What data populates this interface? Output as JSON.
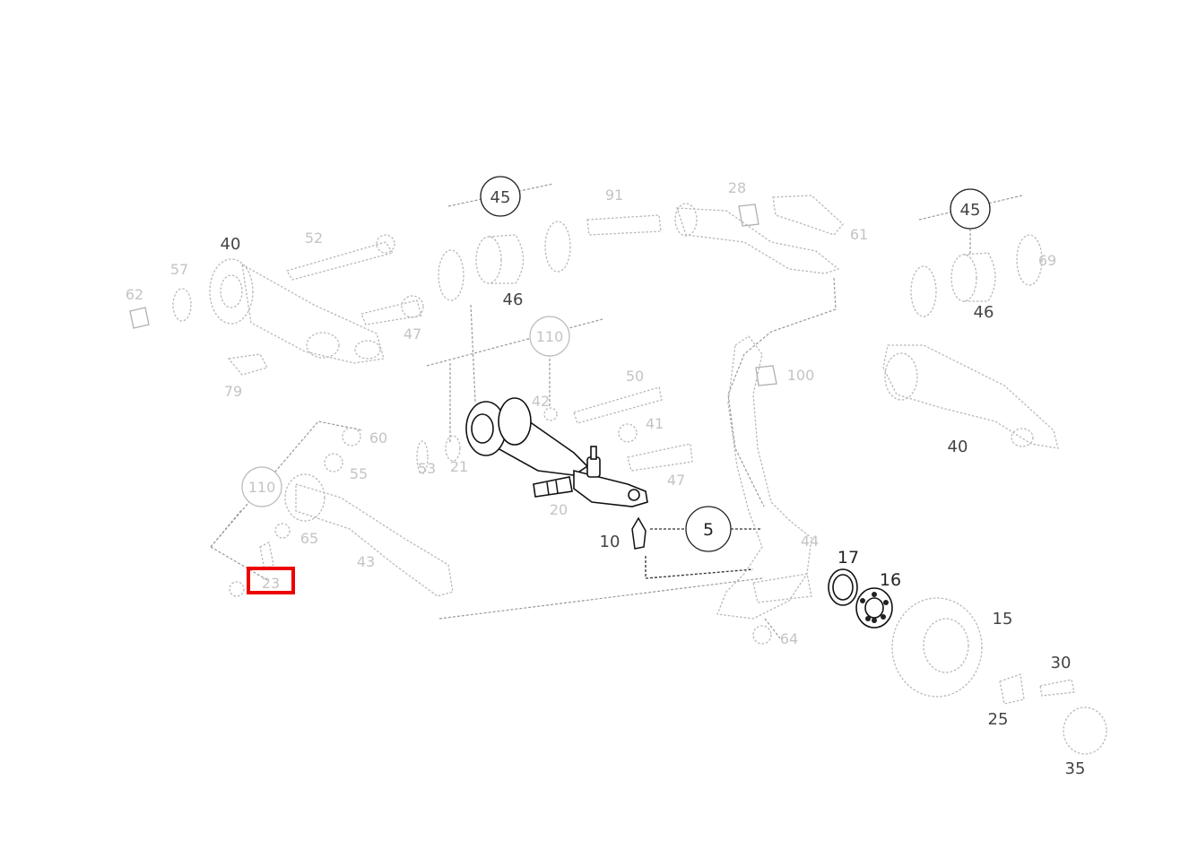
{
  "callouts": {
    "c45a": "45",
    "c45b": "45",
    "c46a": "46",
    "c46b": "46",
    "c40a": "40",
    "c40b": "40",
    "c15": "15",
    "c16": "16",
    "c17": "17",
    "c25": "25",
    "c30": "30",
    "c35": "35",
    "c5": "5",
    "c10": "10",
    "c52": "52",
    "c57": "57",
    "c62": "62",
    "c91": "91",
    "c28": "28",
    "c61": "61",
    "c100": "100",
    "c110a": "110",
    "c110b": "110",
    "c50": "50",
    "c41": "41",
    "c47a": "47",
    "c47b": "47",
    "c20": "20",
    "c60": "60",
    "c55": "55",
    "c65": "65",
    "c43": "43",
    "c64": "64",
    "c79": "79",
    "c21": "21",
    "c42": "42",
    "c44": "44",
    "c53": "53",
    "c69": "69",
    "c23": "23"
  },
  "highlight": {
    "label": "selected-part-marker",
    "color": "#ee0000"
  }
}
